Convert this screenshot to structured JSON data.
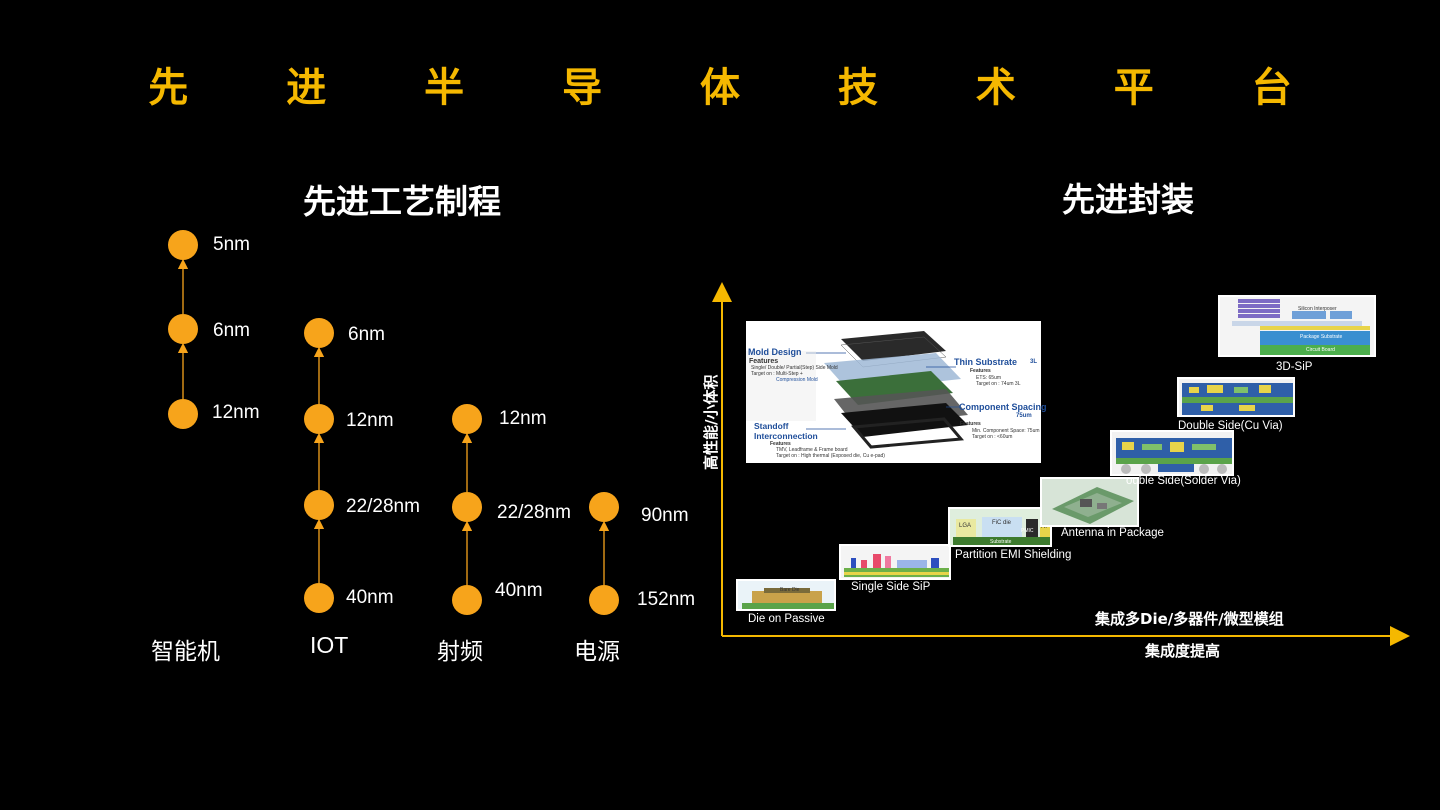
{
  "title": "先 进 半 导 体 技 术 平 台",
  "left": {
    "heading": "先进工艺制程",
    "columns": [
      {
        "category": "智能机",
        "nodes": [
          "5nm",
          "6nm",
          "12nm"
        ]
      },
      {
        "category": "IOT",
        "nodes": [
          "6nm",
          "12nm",
          "22/28nm",
          "40nm"
        ]
      },
      {
        "category": "射频",
        "nodes": [
          "12nm",
          "22/28nm",
          "40nm"
        ]
      },
      {
        "category": "电源",
        "nodes": [
          "90nm",
          "152nm"
        ]
      }
    ]
  },
  "right": {
    "heading": "先进封装",
    "y_axis_label": "高性能/小体积",
    "x_axis_label": "集成度提高",
    "x_axis_note": "集成多Die/多器件/微型模组",
    "packages": [
      "Die on Passive",
      "Single Side SiP",
      "Partition EMI Shielding",
      "Antenna in Package",
      "ouble Side(Solder Via)",
      "Double Side(Cu Via)",
      "3D-SiP"
    ],
    "detail_image": {
      "mold_design": "Mold Design",
      "mold_features": "Features",
      "mold_f1": "Single/ Double/ Partial(Step) Side Mold",
      "mold_f2": "Target on : Multi-Step +",
      "mold_f3": "Compression Mold",
      "thin_substrate": "Thin Substrate",
      "thin_substrate_value": "3L",
      "thin_f1": "Features",
      "thin_f2": "ETS: 65um",
      "thin_f3": "Target on : 74um 3L",
      "component_spacing": "Component Spacing",
      "component_spacing_value": "75um",
      "comp_f1": "Features",
      "comp_f2": "Min. Component Space: 75um",
      "comp_f3": "Target on : <60um",
      "standoff": "Standoff Interconnection",
      "standoff_f1": "Features",
      "standoff_f2": "TMV, Leadframe & Frame board",
      "standoff_f3": "Target on : High thermal (Exposed die, Cu e-pad)"
    },
    "schematic_texts": {
      "bare_die": "Bare Die",
      "lga": "LGA",
      "fc_die": "FiC die",
      "substrate": "Substrate",
      "rf": "RF",
      "pmic": "PMIC",
      "silicon_interposer": "Silicon Interposer",
      "package_substrate": "Package Substrate",
      "circuit_board": "Circuit Board"
    }
  },
  "colors": {
    "accent": "#f5b800",
    "node": "#f7a41b",
    "arrow": "#f7a41b",
    "axis": "#f5b800"
  }
}
